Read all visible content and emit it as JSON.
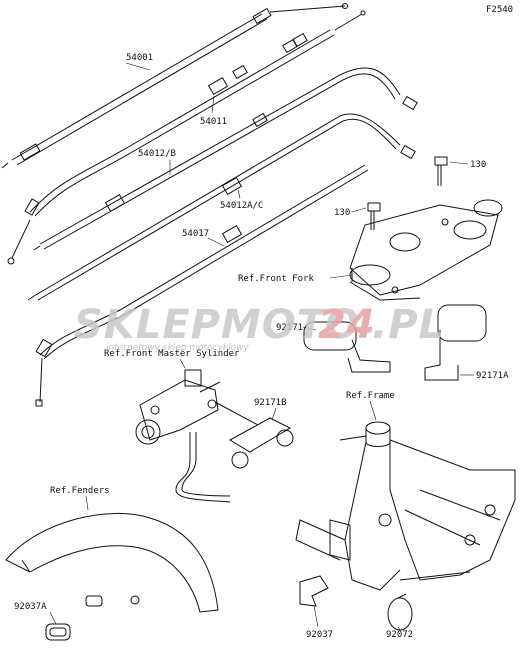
{
  "diagram_id": "F2540",
  "part_labels": {
    "p54001": "54001",
    "p54011": "54011",
    "p54012b": "54012/B",
    "p54012ac": "54012A/C",
    "p54017": "54017",
    "p130a": "130",
    "p130b": "130",
    "p92171": "92171",
    "p92171a": "92171A",
    "p92171b": "92171B",
    "p92037": "92037",
    "p92037a": "92037A",
    "p92072": "92072"
  },
  "ref_labels": {
    "front_fork": "Ref.Front Fork",
    "master_cylinder": "Ref.Front Master Sylinder",
    "frame": "Ref.Frame",
    "fenders": "Ref.Fenders"
  },
  "watermark": {
    "brand_part1": "SKLEPMOTO",
    "brand_part2": "24",
    "brand_part3": ".PL",
    "tagline": "internetowy sklep motocyklowy"
  },
  "colors": {
    "line": "#111111",
    "watermark_gray": "#c8c8c8",
    "watermark_red": "#e8a0a0"
  }
}
